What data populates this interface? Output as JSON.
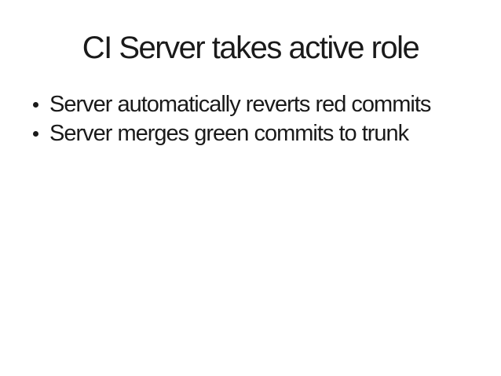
{
  "slide": {
    "title": "CI Server takes active role",
    "bullets": [
      "Server automatically reverts red commits",
      "Server merges green commits to trunk"
    ],
    "colors": {
      "background": "#ffffff",
      "text": "#1a1a1a"
    }
  }
}
